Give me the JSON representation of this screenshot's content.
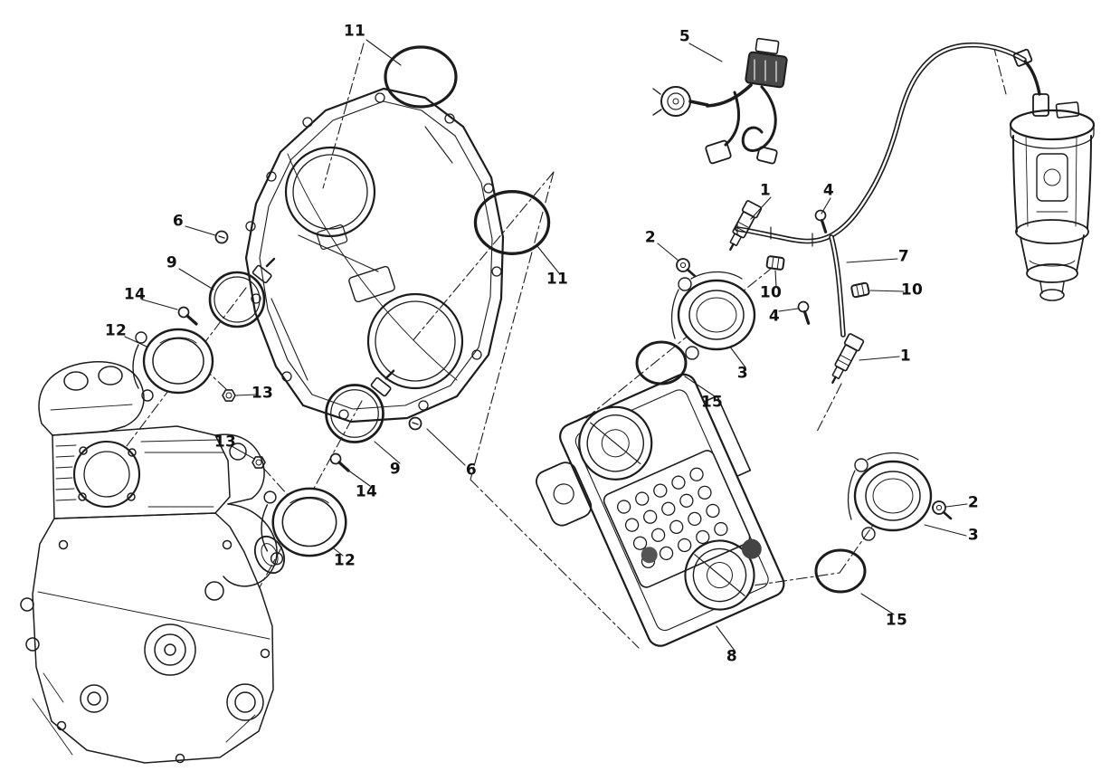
{
  "colors": {
    "background": "#ffffff",
    "line": "#1c1c1c"
  },
  "callouts": [
    {
      "label": "11",
      "part": "airbox-gasket-o-ring"
    },
    {
      "label": "5",
      "part": "wiring-harness"
    },
    {
      "label": "6",
      "part": "bolt"
    },
    {
      "label": "1",
      "part": "fuel-injector"
    },
    {
      "label": "4",
      "part": "screw"
    },
    {
      "label": "2",
      "part": "screw"
    },
    {
      "label": "9",
      "part": "hose-clamp"
    },
    {
      "label": "7",
      "part": "fuel-hose"
    },
    {
      "label": "11",
      "part": "airbox-gasket-o-ring"
    },
    {
      "label": "10",
      "part": "retaining-clip"
    },
    {
      "label": "10",
      "part": "retaining-clip"
    },
    {
      "label": "14",
      "part": "screw"
    },
    {
      "label": "4",
      "part": "screw"
    },
    {
      "label": "12",
      "part": "intake-manifold"
    },
    {
      "label": "3",
      "part": "intake-flange"
    },
    {
      "label": "1",
      "part": "fuel-injector"
    },
    {
      "label": "13",
      "part": "nut"
    },
    {
      "label": "15",
      "part": "o-ring"
    },
    {
      "label": "13",
      "part": "nut"
    },
    {
      "label": "9",
      "part": "hose-clamp"
    },
    {
      "label": "6",
      "part": "bolt"
    },
    {
      "label": "14",
      "part": "screw"
    },
    {
      "label": "2",
      "part": "screw"
    },
    {
      "label": "3",
      "part": "intake-flange"
    },
    {
      "label": "12",
      "part": "intake-manifold"
    },
    {
      "label": "15",
      "part": "o-ring"
    },
    {
      "label": "8",
      "part": "throttle-body"
    }
  ]
}
